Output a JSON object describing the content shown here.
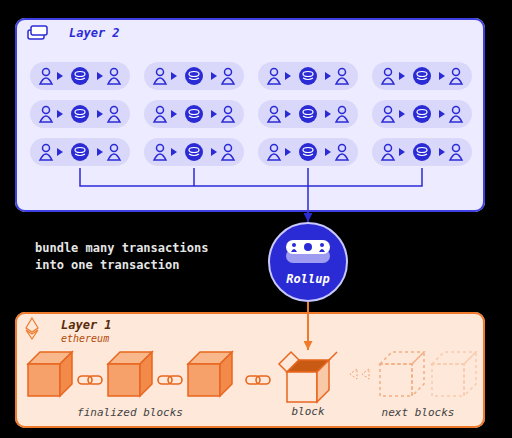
{
  "diagram": {
    "nodes": [
      {
        "text": [
          "Layer 2"
        ]
      },
      {
        "text": [
          "Rollup"
        ]
      },
      {
        "text": [
          "Layer 1",
          "ethereum"
        ]
      },
      {
        "text": [
          "block"
        ],
        "in": 2
      }
    ],
    "edges": [
      {
        "from": 0,
        "to": 1,
        "arrow": "to"
      },
      {
        "from": 1,
        "to": 3,
        "arrow": "to"
      }
    ],
    "labels": [
      "bundle many transactions into one transaction",
      "finalized blocks",
      "next blocks"
    ]
  }
}
